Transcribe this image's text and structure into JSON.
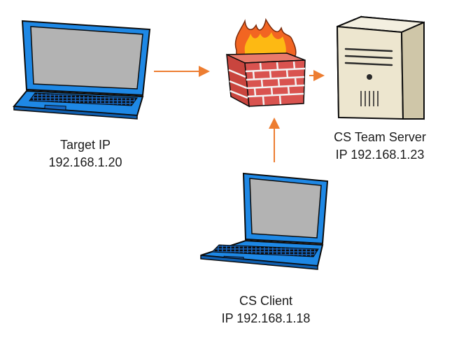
{
  "nodes": {
    "target": {
      "line1": "Target IP",
      "line2": "192.168.1.20",
      "icon": "laptop-icon"
    },
    "server": {
      "line1": "CS Team Server",
      "line2": "IP 192.168.1.23",
      "icon": "server-tower-icon"
    },
    "client": {
      "line1": "CS Client",
      "line2": "IP 192.168.1.18",
      "icon": "laptop-icon"
    },
    "firewall": {
      "icon": "firewall-icon"
    }
  },
  "colors": {
    "arrow": "#ED7D31",
    "laptop_body": "#1E88E5",
    "laptop_screen": "#B3B3B3",
    "brick": "#D9534F",
    "mortar": "#F3F3F3",
    "flame": "#F26522",
    "server_body": "#EDE6CF"
  }
}
